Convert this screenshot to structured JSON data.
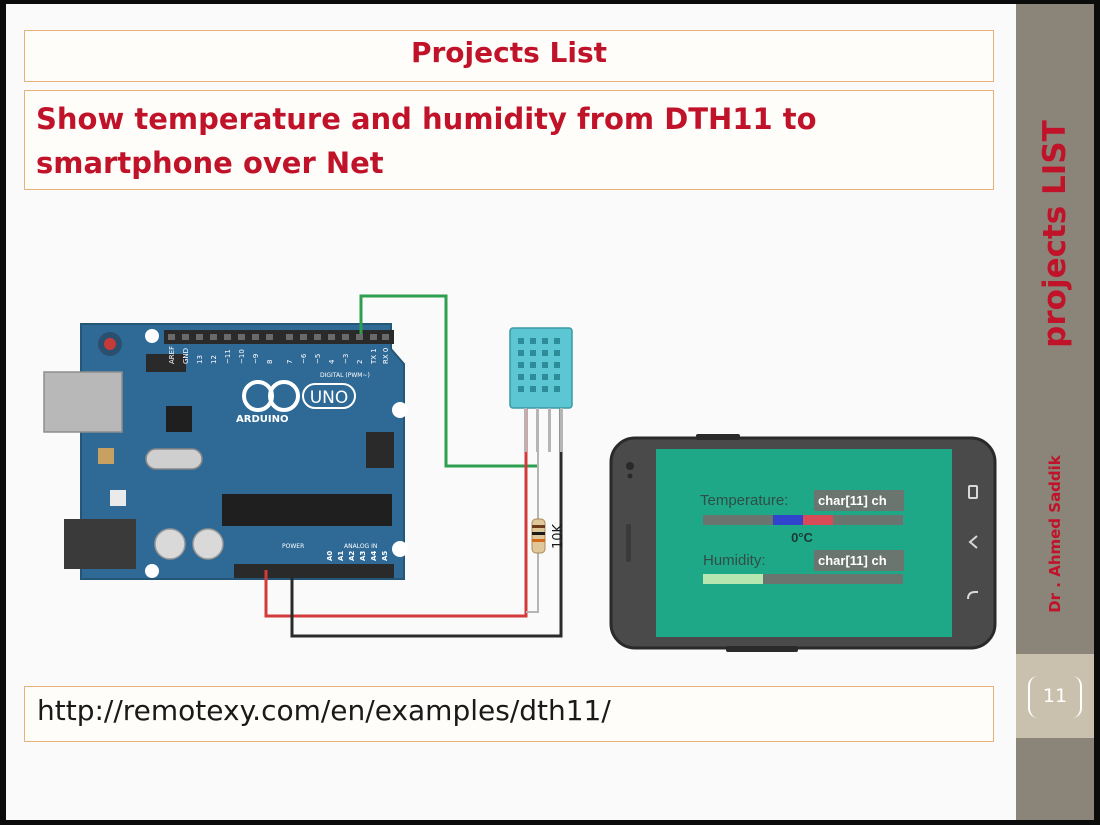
{
  "slide": {
    "header_title": "Projects List",
    "project_heading": "Show temperature and humidity from DTH11 to smartphone over Net",
    "url": "http://remotexy.com/en/examples/dth11/"
  },
  "sidebar": {
    "title": "projects LIST",
    "author": "Dr . Ahmed Saddik",
    "page_number": "11"
  },
  "board": {
    "logo_text": "ARDUINO",
    "model": "UNO",
    "digital_label": "DIGITAL (PWM~)",
    "power_label": "POWER",
    "analog_label": "ANALOG IN",
    "pin_labels": [
      "AREF",
      "GND",
      "13",
      "12",
      "~11",
      "~10",
      "~9",
      "8",
      "7",
      "~6",
      "~5",
      "4",
      "~3",
      "2",
      "TX 1",
      "RX 0"
    ],
    "analog_pins": [
      "A0",
      "A1",
      "A2",
      "A3",
      "A4",
      "A5"
    ]
  },
  "resistor": {
    "label": "10K"
  },
  "phone_app": {
    "temperature_label": "Temperature:",
    "temperature_value": "char[11] ch",
    "temperature_reading": "0°C",
    "humidity_label": "Humidity:",
    "humidity_value": "char[11] ch",
    "humidity_level": 0.3
  }
}
